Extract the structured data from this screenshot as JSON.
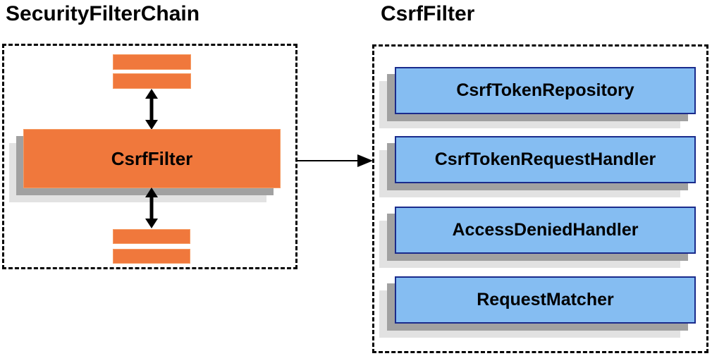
{
  "diagram": {
    "left_panel": {
      "title": "SecurityFilterChain",
      "center_box_label": "CsrfFilter"
    },
    "right_panel": {
      "title": "CsrfFilter",
      "components": [
        {
          "label": "CsrfTokenRepository"
        },
        {
          "label": "CsrfTokenRequestHandler"
        },
        {
          "label": "AccessDeniedHandler"
        },
        {
          "label": "RequestMatcher"
        }
      ]
    },
    "colors": {
      "filter_orange": "#F0783C",
      "component_blue_fill": "#85BDF2",
      "component_blue_border": "#1A2B8C",
      "shadow_dark": "#A1A1A1",
      "shadow_light": "#E2E2E2",
      "arrow_black": "#000000"
    }
  }
}
